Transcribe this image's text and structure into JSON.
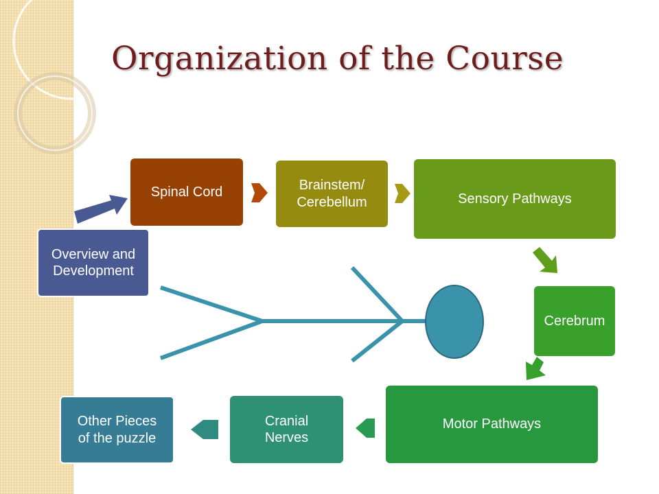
{
  "slide": {
    "title": "Organization of the Course"
  },
  "diagram": {
    "nodes": {
      "overview": [
        "Overview and",
        "Development"
      ],
      "spinal": [
        "Spinal Cord"
      ],
      "brain": [
        "Brainstem/",
        "Cerebellum"
      ],
      "sensory": [
        "Sensory Pathways"
      ],
      "cerebrum": [
        "Cerebrum"
      ],
      "motor": [
        "Motor Pathways"
      ],
      "cranial": [
        "Cranial",
        "Nerves"
      ],
      "other": [
        "Other Pieces",
        "of the puzzle"
      ]
    }
  },
  "colors": {
    "title": "#6e1c1c",
    "overview": "#495a93",
    "spinal": "#964003",
    "brain": "#958b10",
    "sensory": "#6a9a1a",
    "cerebrum": "#39a02c",
    "motor": "#28983f",
    "cranial": "#2e9174",
    "other": "#357c94",
    "center_symbol": "#3a93aa"
  },
  "icons": {
    "flow_arrows": "chevron-arrow-icon",
    "center_symbol": "forked-arrow-icon"
  }
}
